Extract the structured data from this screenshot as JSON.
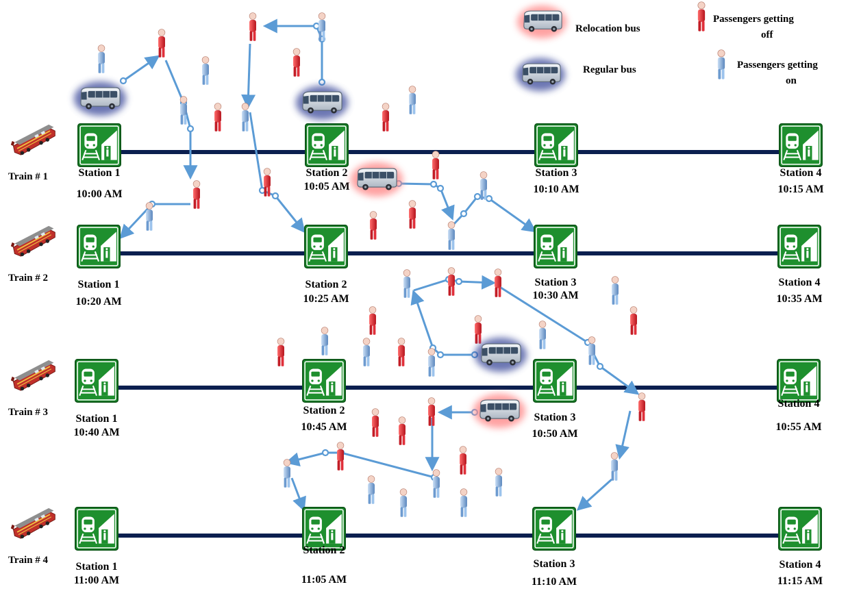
{
  "legend": {
    "relocation_bus": "Relocation bus",
    "regular_bus": "Regular bus",
    "getting_off_line1": "Passengers getting",
    "getting_off_line2": "off",
    "getting_on_line1": "Passengers getting",
    "getting_on_line2": "on"
  },
  "colors": {
    "track": "#0b1f4f",
    "route": "#5b9bd5",
    "station_green": "#1e8f2e",
    "passenger_off": "#e0303a",
    "passenger_on": "#8ab6e6",
    "relocation_glow": "#ff8a8a",
    "regular_glow": "#3a4a9a",
    "train_red": "#c0302a"
  },
  "trains": [
    {
      "label": "Train # 1",
      "stations": [
        {
          "name": "Station 1",
          "time": "10:00 AM"
        },
        {
          "name": "Station 2",
          "time": "10:05 AM"
        },
        {
          "name": "Station 3",
          "time": "10:10 AM"
        },
        {
          "name": "Station 4",
          "time": "10:15 AM"
        }
      ]
    },
    {
      "label": "Train # 2",
      "stations": [
        {
          "name": "Station 1",
          "time": "10:20 AM"
        },
        {
          "name": "Station 2",
          "time": "10:25 AM"
        },
        {
          "name": "Station 3",
          "time": "10:30 AM"
        },
        {
          "name": "Station 4",
          "time": "10:35 AM"
        }
      ]
    },
    {
      "label": "Train # 3",
      "stations": [
        {
          "name": "Station 1",
          "time": "10:40 AM"
        },
        {
          "name": "Station 2",
          "time": "10:45 AM"
        },
        {
          "name": "Station 3",
          "time": "10:50 AM"
        },
        {
          "name": "Station 4",
          "time": "10:55 AM"
        }
      ]
    },
    {
      "label": "Train # 4",
      "stations": [
        {
          "name": "Station 1",
          "time": "11:00 AM"
        },
        {
          "name": "Station 2",
          "time": "11:05 AM"
        },
        {
          "name": "Station 3",
          "time": "11:10 AM"
        },
        {
          "name": "Station 4",
          "time": "11:15 AM"
        }
      ]
    }
  ]
}
